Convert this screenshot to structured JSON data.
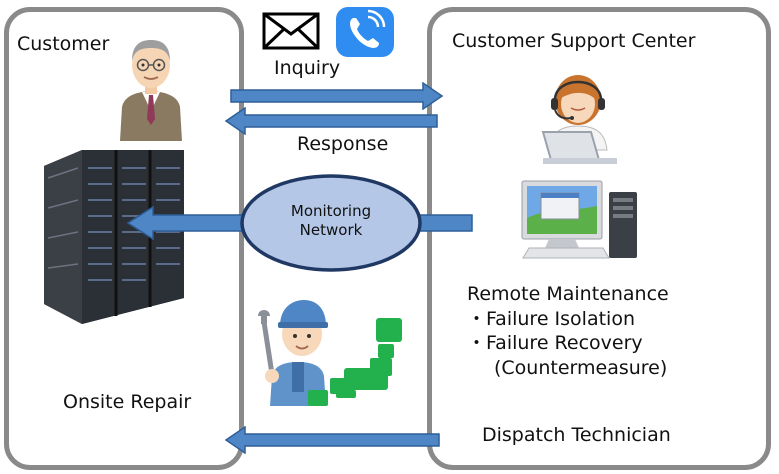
{
  "left_panel": {
    "title": "Customer",
    "repair_label": "Onsite Repair"
  },
  "right_panel": {
    "title": "Customer Support Center",
    "maintenance_title": "Remote Maintenance",
    "maintenance_items": [
      "・Failure Isolation",
      "・Failure Recovery",
      "(Countermeasure)"
    ],
    "dispatch_label": "Dispatch Technician"
  },
  "flow": {
    "inquiry_label": "Inquiry",
    "response_label": "Response"
  },
  "network": {
    "label_line1": "Monitoring",
    "label_line2": "Network"
  },
  "icons": [
    "envelope-icon",
    "phone-app-icon",
    "businessman-icon",
    "server-rack-icon",
    "operator-icon",
    "desktop-pc-icon",
    "technician-icon",
    "japan-map-icon"
  ],
  "colors": {
    "arrow_fill": "#4f86c6",
    "arrow_stroke": "#2e5f99",
    "ellipse_fill": "#b4c7e7",
    "ellipse_stroke": "#203864",
    "panel_border": "#8a8a8a",
    "phone_icon_bg": "#2f8cf0",
    "map_green": "#22b14c"
  }
}
